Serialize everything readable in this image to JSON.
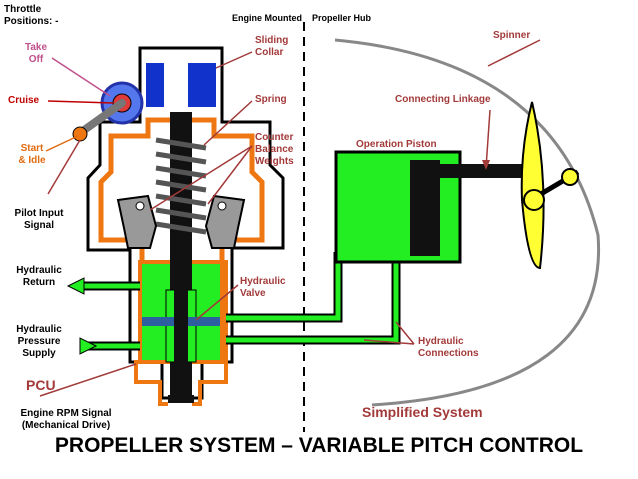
{
  "title": "PROPELLER SYSTEM – VARIABLE PITCH CONTROL",
  "header": {
    "throttle_positions": [
      "Throttle",
      "Positions: -"
    ],
    "engine_mounted": "Engine Mounted",
    "propeller_hub": "Propeller Hub"
  },
  "labels": {
    "take_off": [
      "Take",
      "Off"
    ],
    "cruise": "Cruise",
    "start_idle": [
      "Start",
      "& Idle"
    ],
    "pilot_input": [
      "Pilot Input",
      "Signal"
    ],
    "hydraulic_return": [
      "Hydraulic",
      "Return"
    ],
    "hydraulic_pressure": [
      "Hydraulic",
      "Pressure",
      "Supply"
    ],
    "pcu": "PCU",
    "engine_rpm": [
      "Engine RPM Signal",
      "(Mechanical Drive)"
    ],
    "sliding_collar": [
      "Sliding",
      "Collar"
    ],
    "spring": "Spring",
    "counter_balance": [
      "Counter",
      "Balance",
      "Weights"
    ],
    "hydraulic_valve": [
      "Hydraulic",
      "Valve"
    ],
    "operation_piston": "Operation Piston",
    "connecting_linkage": "Connecting Linkage",
    "spinner": "Spinner",
    "hydraulic_connections": [
      "Hydraulic",
      "Connections"
    ],
    "simplified_system": "Simplified System"
  },
  "colors": {
    "hydraulic_fluid": "#22ee22",
    "housing": "#ee7711",
    "collar": "#1133cc",
    "propeller": "#ffff33",
    "label_red": "#c00000",
    "label_pink": "#c0508a",
    "label_orange": "#e06a10",
    "leader": "#a33a3a"
  }
}
